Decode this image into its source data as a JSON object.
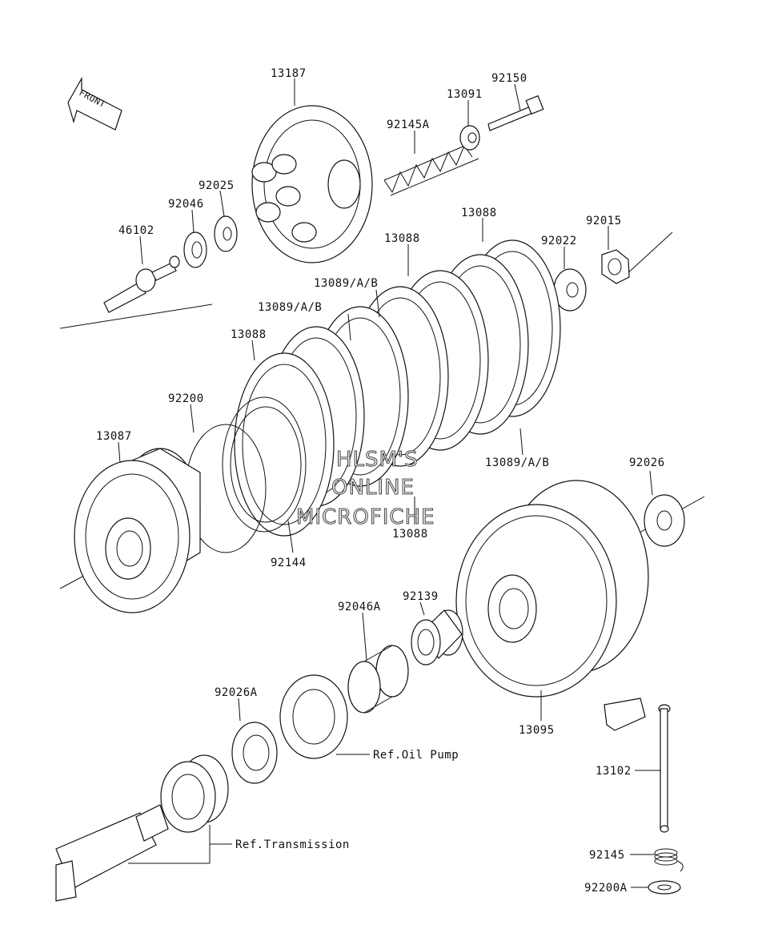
{
  "front_arrow": "FRONT",
  "watermark": {
    "line1": "HLSM'S",
    "line2": "ONLINE",
    "line3": "MICROFICHE"
  },
  "labels": {
    "p13187": "13187",
    "p92150": "92150",
    "p13091": "13091",
    "p92145A": "92145A",
    "p92025": "92025",
    "p92046": "92046",
    "p46102": "46102",
    "p13088_top": "13088",
    "p92015": "92015",
    "p92022": "92022",
    "p13088_mid": "13088",
    "p13089_1": "13089/A/B",
    "p13089_2": "13089/A/B",
    "p13088_left": "13088",
    "p92200": "92200",
    "p13087": "13087",
    "p92144": "92144",
    "p13088_bottom": "13088",
    "p13089_3": "13089/A/B",
    "p92026": "92026",
    "p92139": "92139",
    "p92046A": "92046A",
    "p13095": "13095",
    "p92026A": "92026A",
    "p13102": "13102",
    "p92145": "92145",
    "p92200A": "92200A",
    "ref_oil": "Ref.Oil Pump",
    "ref_trans": "Ref.Transmission"
  }
}
